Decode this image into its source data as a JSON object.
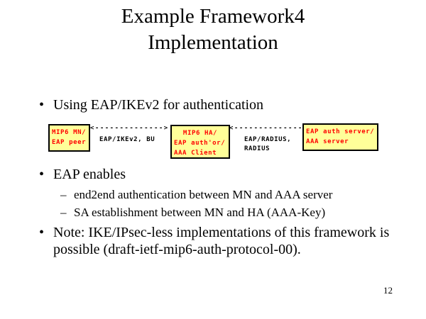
{
  "slide": {
    "title_line1": "Example Framework4",
    "title_line2": "Implementation",
    "page_number": "12"
  },
  "bullets": {
    "marker": "•",
    "dash_marker": "–",
    "b1": "Using EAP/IKEv2 for authentication",
    "b2": "EAP enables",
    "b2_sub1": "end2end authentication between MN and AAA server",
    "b2_sub2": "SA establishment between MN and HA (AAA-Key)",
    "b3": "Note: IKE/IPsec-less implementations of this framework is possible (draft-ietf-mip6-auth-protocol-00)."
  },
  "diagram": {
    "box_fill": "#FFFF99",
    "box_border": "#000000",
    "box_text_color": "#FF0000",
    "mn_box": {
      "line1": "MIP6 MN/",
      "line2": "EAP peer"
    },
    "arrow1": {
      "line": "<-------------->",
      "label": "EAP/IKEv2, BU"
    },
    "ha_box": {
      "line1": "MIP6 HA/",
      "line2": "EAP auth'or/",
      "line3": "AAA Client"
    },
    "arrow2": {
      "line": "<-------------->",
      "label1": "EAP/RADIUS,",
      "label2": "RADIUS"
    },
    "aaa_box": {
      "line1": "EAP auth server/",
      "line2": "AAA server"
    }
  }
}
